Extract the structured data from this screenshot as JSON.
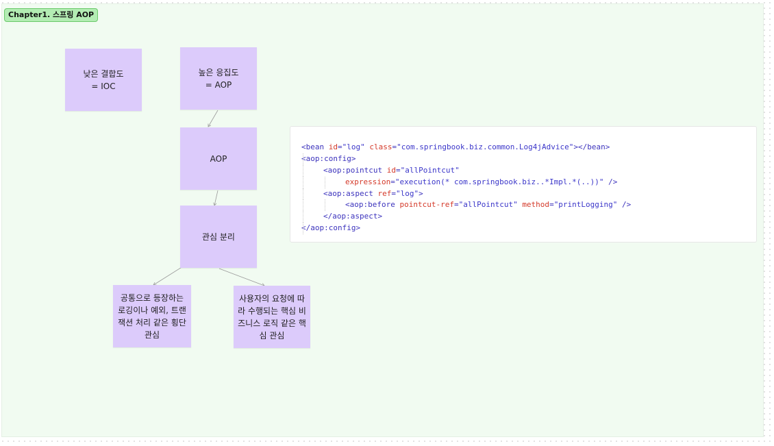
{
  "frame": {
    "label": "Chapter1. 스프링 AOP"
  },
  "notes": {
    "low_coupling": "낮은 결합도\n= IOC",
    "high_cohesion": "높은 응집도\n= AOP",
    "aop": "AOP",
    "separation": "관심 분리",
    "crosscutting": "공통으로 등장하는\n로깅이나 예외, 트랜\n잭션 처리 같은 횡단\n관심",
    "core": "사용자의 요청에 따\n라 수행되는 핵심 비\n즈니스 로직 같은 핵\n심 관심"
  },
  "code_lines": [
    {
      "indent": 0,
      "tokens": [
        [
          "t",
          "<bean "
        ],
        [
          "a",
          "id"
        ],
        [
          "p",
          "="
        ],
        [
          "v",
          "\"log\""
        ],
        [
          "p",
          " "
        ],
        [
          "a",
          "class"
        ],
        [
          "p",
          "="
        ],
        [
          "v",
          "\"com.springbook.biz.common.Log4jAdvice\""
        ],
        [
          "t",
          "></bean>"
        ]
      ]
    },
    {
      "indent": 0,
      "tokens": [
        [
          "t",
          "<aop:config>"
        ]
      ]
    },
    {
      "indent": 1,
      "tokens": [
        [
          "t",
          "<aop:pointcut "
        ],
        [
          "a",
          "id"
        ],
        [
          "p",
          "="
        ],
        [
          "v",
          "\"allPointcut\""
        ]
      ]
    },
    {
      "indent": 2,
      "tokens": [
        [
          "a",
          "expression"
        ],
        [
          "p",
          "="
        ],
        [
          "v",
          "\"execution(* com.springbook.biz..*Impl.*(..))\""
        ],
        [
          "t",
          " />"
        ]
      ]
    },
    {
      "indent": 1,
      "tokens": [
        [
          "t",
          "<aop:aspect "
        ],
        [
          "a",
          "ref"
        ],
        [
          "p",
          "="
        ],
        [
          "v",
          "\"log\""
        ],
        [
          "t",
          ">"
        ]
      ]
    },
    {
      "indent": 2,
      "tokens": [
        [
          "t",
          "<aop:before "
        ],
        [
          "a",
          "pointcut-ref"
        ],
        [
          "p",
          "="
        ],
        [
          "v",
          "\"allPointcut\""
        ],
        [
          "p",
          " "
        ],
        [
          "a",
          "method"
        ],
        [
          "p",
          "="
        ],
        [
          "v",
          "\"printLogging\""
        ],
        [
          "t",
          " />"
        ]
      ]
    },
    {
      "indent": 1,
      "tokens": [
        [
          "t",
          "</aop:aspect>"
        ]
      ]
    },
    {
      "indent": 0,
      "tokens": [
        [
          "t",
          "</aop:config>"
        ]
      ]
    },
    {
      "indent": 0,
      "tokens": []
    }
  ],
  "colors": {
    "note": "#dccbfb",
    "frame_bg": "#f1fbf1",
    "frame_tag": "#b3ecb3",
    "tag": "#3c33bd",
    "attr": "#d43a2a",
    "value": "#3b36c9"
  }
}
